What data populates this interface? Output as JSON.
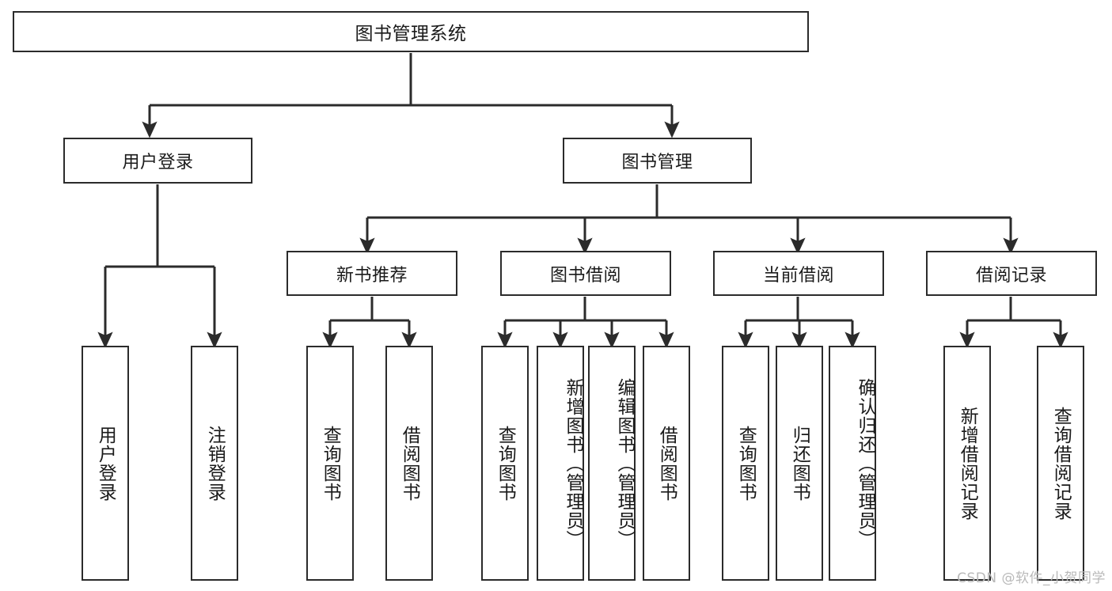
{
  "diagram": {
    "type": "tree",
    "title": "图书管理系统",
    "colors": {
      "background": "#ffffff",
      "border": "#2b2b2b",
      "text": "#1a1a1a",
      "watermark": "#b9b9b9"
    },
    "root": {
      "label": "图书管理系统"
    },
    "level2": [
      {
        "label": "用户登录"
      },
      {
        "label": "图书管理"
      }
    ],
    "level3": [
      {
        "label": "新书推荐"
      },
      {
        "label": "图书借阅"
      },
      {
        "label": "当前借阅"
      },
      {
        "label": "借阅记录"
      }
    ],
    "leaves": {
      "user_login": [
        {
          "label": "用户登录"
        },
        {
          "label": "注销登录"
        }
      ],
      "new_book_recommend": [
        {
          "label": "查询图书"
        },
        {
          "label": "借阅图书"
        }
      ],
      "book_borrow": [
        {
          "label": "查询图书"
        },
        {
          "label": "新增图书（管理员）"
        },
        {
          "label": "编辑图书（管理员）"
        },
        {
          "label": "借阅图书"
        }
      ],
      "current_borrow": [
        {
          "label": "查询图书"
        },
        {
          "label": "归还图书"
        },
        {
          "label": "确认归还（管理员）"
        }
      ],
      "borrow_record": [
        {
          "label": "新增借阅记录"
        },
        {
          "label": "查询借阅记录"
        }
      ]
    }
  },
  "watermark": {
    "text": "CSDN @软件_小贺同学"
  }
}
